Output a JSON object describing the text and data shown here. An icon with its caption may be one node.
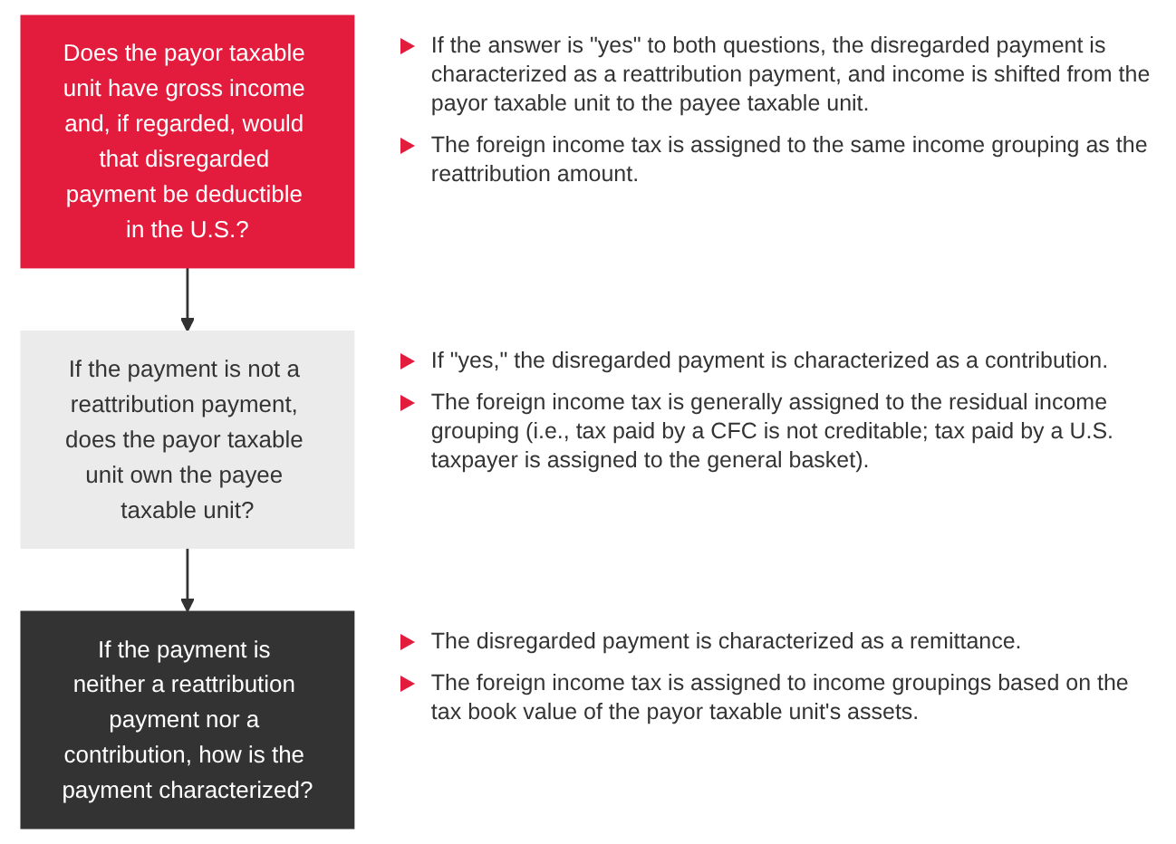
{
  "diagram": {
    "nodes": [
      {
        "text": [
          "Does the payor taxable unit have gross income and, if regarded, would that disregarded payment be deductible in the U.S.?"
        ],
        "beside": [
          "If the answer is \"yes\" to both questions, the disregarded payment is characterized as a reattribution payment, and income is shifted from the payor taxable unit to the payee taxable unit.",
          "The foreign income tax is assigned to the same income grouping as the reattribution amount."
        ]
      },
      {
        "text": [
          "If the payment is not a reattribution payment, does the payor taxable unit own the payee taxable unit?"
        ],
        "beside": [
          "If \"yes,\" the disregarded payment is characterized as a contribution.",
          "The foreign income tax is generally assigned to the residual income grouping (i.e., tax paid by a CFC is not creditable; tax paid by a U.S. taxpayer is assigned to the general basket)."
        ]
      },
      {
        "text": [
          "If the payment is neither a reattribution payment nor a contribution, how is the payment characterized?"
        ],
        "beside": [
          "The disregarded payment is characterized as a remittance.",
          "The foreign income tax is assigned to income groupings based on the tax book value of the payor taxable unit's assets."
        ]
      }
    ],
    "edges": [
      {
        "from": 0,
        "to": 1,
        "arrow": "to"
      },
      {
        "from": 1,
        "to": 2,
        "arrow": "to"
      }
    ]
  }
}
